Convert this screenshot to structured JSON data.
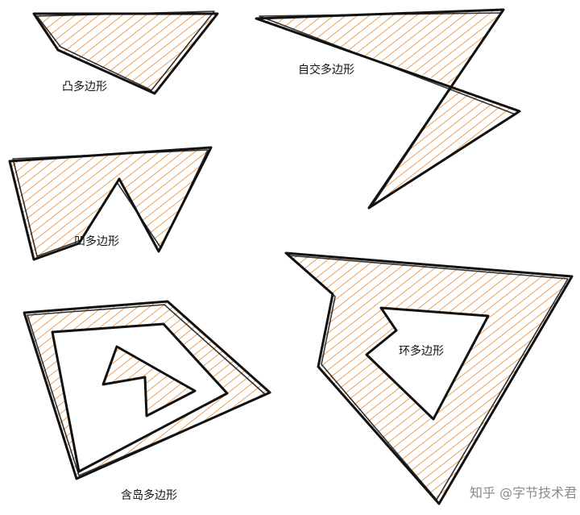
{
  "colors": {
    "hatch": "#E8892C",
    "outline": "#111111",
    "background": "#ffffff",
    "watermark": "#8a8a8a"
  },
  "labels": {
    "convex": "凸多边形",
    "self_intersecting": "自交多边形",
    "concave": "凹多边形",
    "with_islands": "含岛多边形",
    "ring": "环多边形"
  },
  "watermark": "知乎 @字节技术君"
}
